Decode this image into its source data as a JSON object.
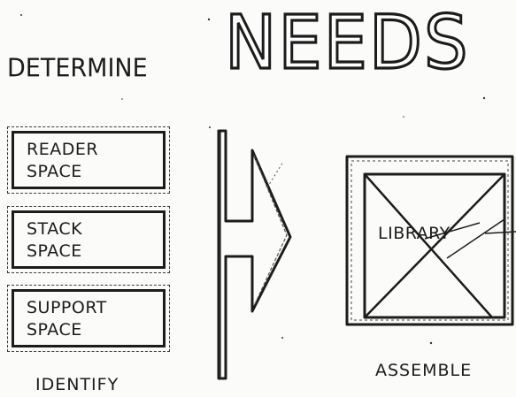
{
  "header": {
    "prefix": "DETERMINE",
    "main": "NEEDS"
  },
  "identify": {
    "boxes": [
      {
        "line1": "READER",
        "line2": "SPACE"
      },
      {
        "line1": "STACK",
        "line2": "SPACE"
      },
      {
        "line1": "SUPPORT",
        "line2": "SPACE"
      }
    ],
    "caption": "IDENTIFY"
  },
  "assemble": {
    "box_label": "LIBRARY",
    "caption": "ASSEMBLE"
  }
}
